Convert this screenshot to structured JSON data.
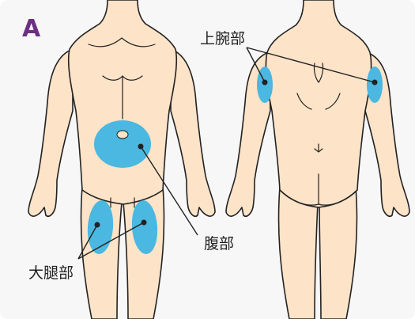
{
  "panel_letter": "A",
  "labels": {
    "upper_arm": "上腕部",
    "abdomen": "腹部",
    "thigh": "大腿部"
  },
  "colors": {
    "background": "#f7f7f7",
    "skin": "#fde3c8",
    "outline": "#222222",
    "injection_site": "#4ab8e0",
    "panel_letter": "#6b2f83"
  }
}
